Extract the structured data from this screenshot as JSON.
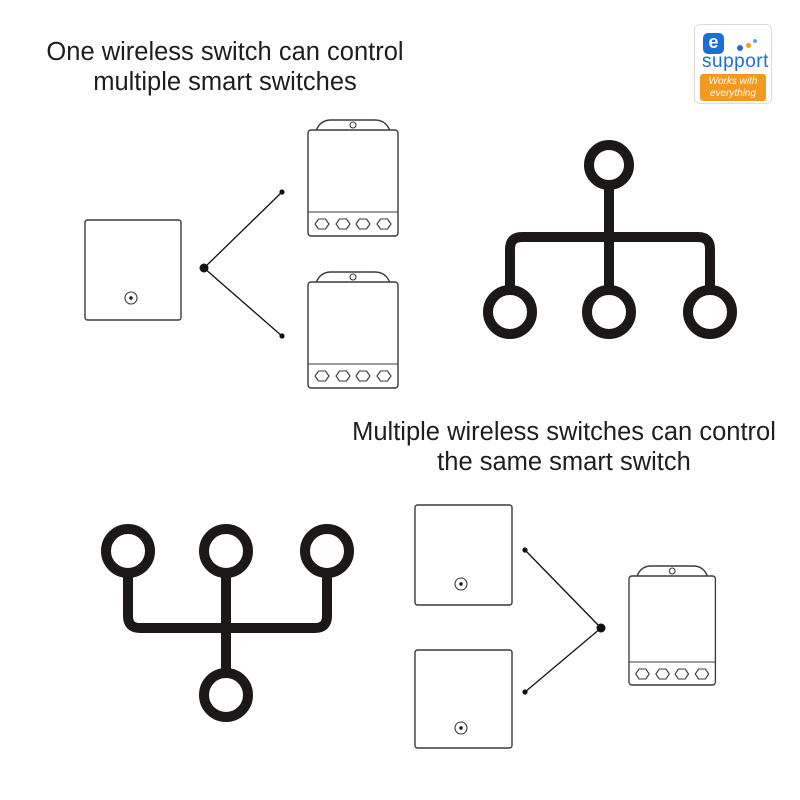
{
  "captions": {
    "one_to_many": [
      "One wireless switch can control",
      "multiple smart switches"
    ],
    "many_to_one": [
      "Multiple wireless switches can control",
      "the same smart switch"
    ]
  },
  "logo": {
    "badge_letter": "e",
    "wordmark": "support",
    "tagline": [
      "Works with",
      "everything"
    ]
  },
  "icons": {
    "wireless_switch": "wireless-switch-icon",
    "smart_switch": "smart-switch-module-icon",
    "branch_tree": "one-to-many-tree-icon",
    "merge_tree": "many-to-one-tree-icon"
  },
  "colors": {
    "ink": "#1c1818",
    "outline": "#3a3a3a",
    "text": "#1e1e1e",
    "logo_blue": "#1d6fd8",
    "logo_orange": "#f29a1f"
  }
}
